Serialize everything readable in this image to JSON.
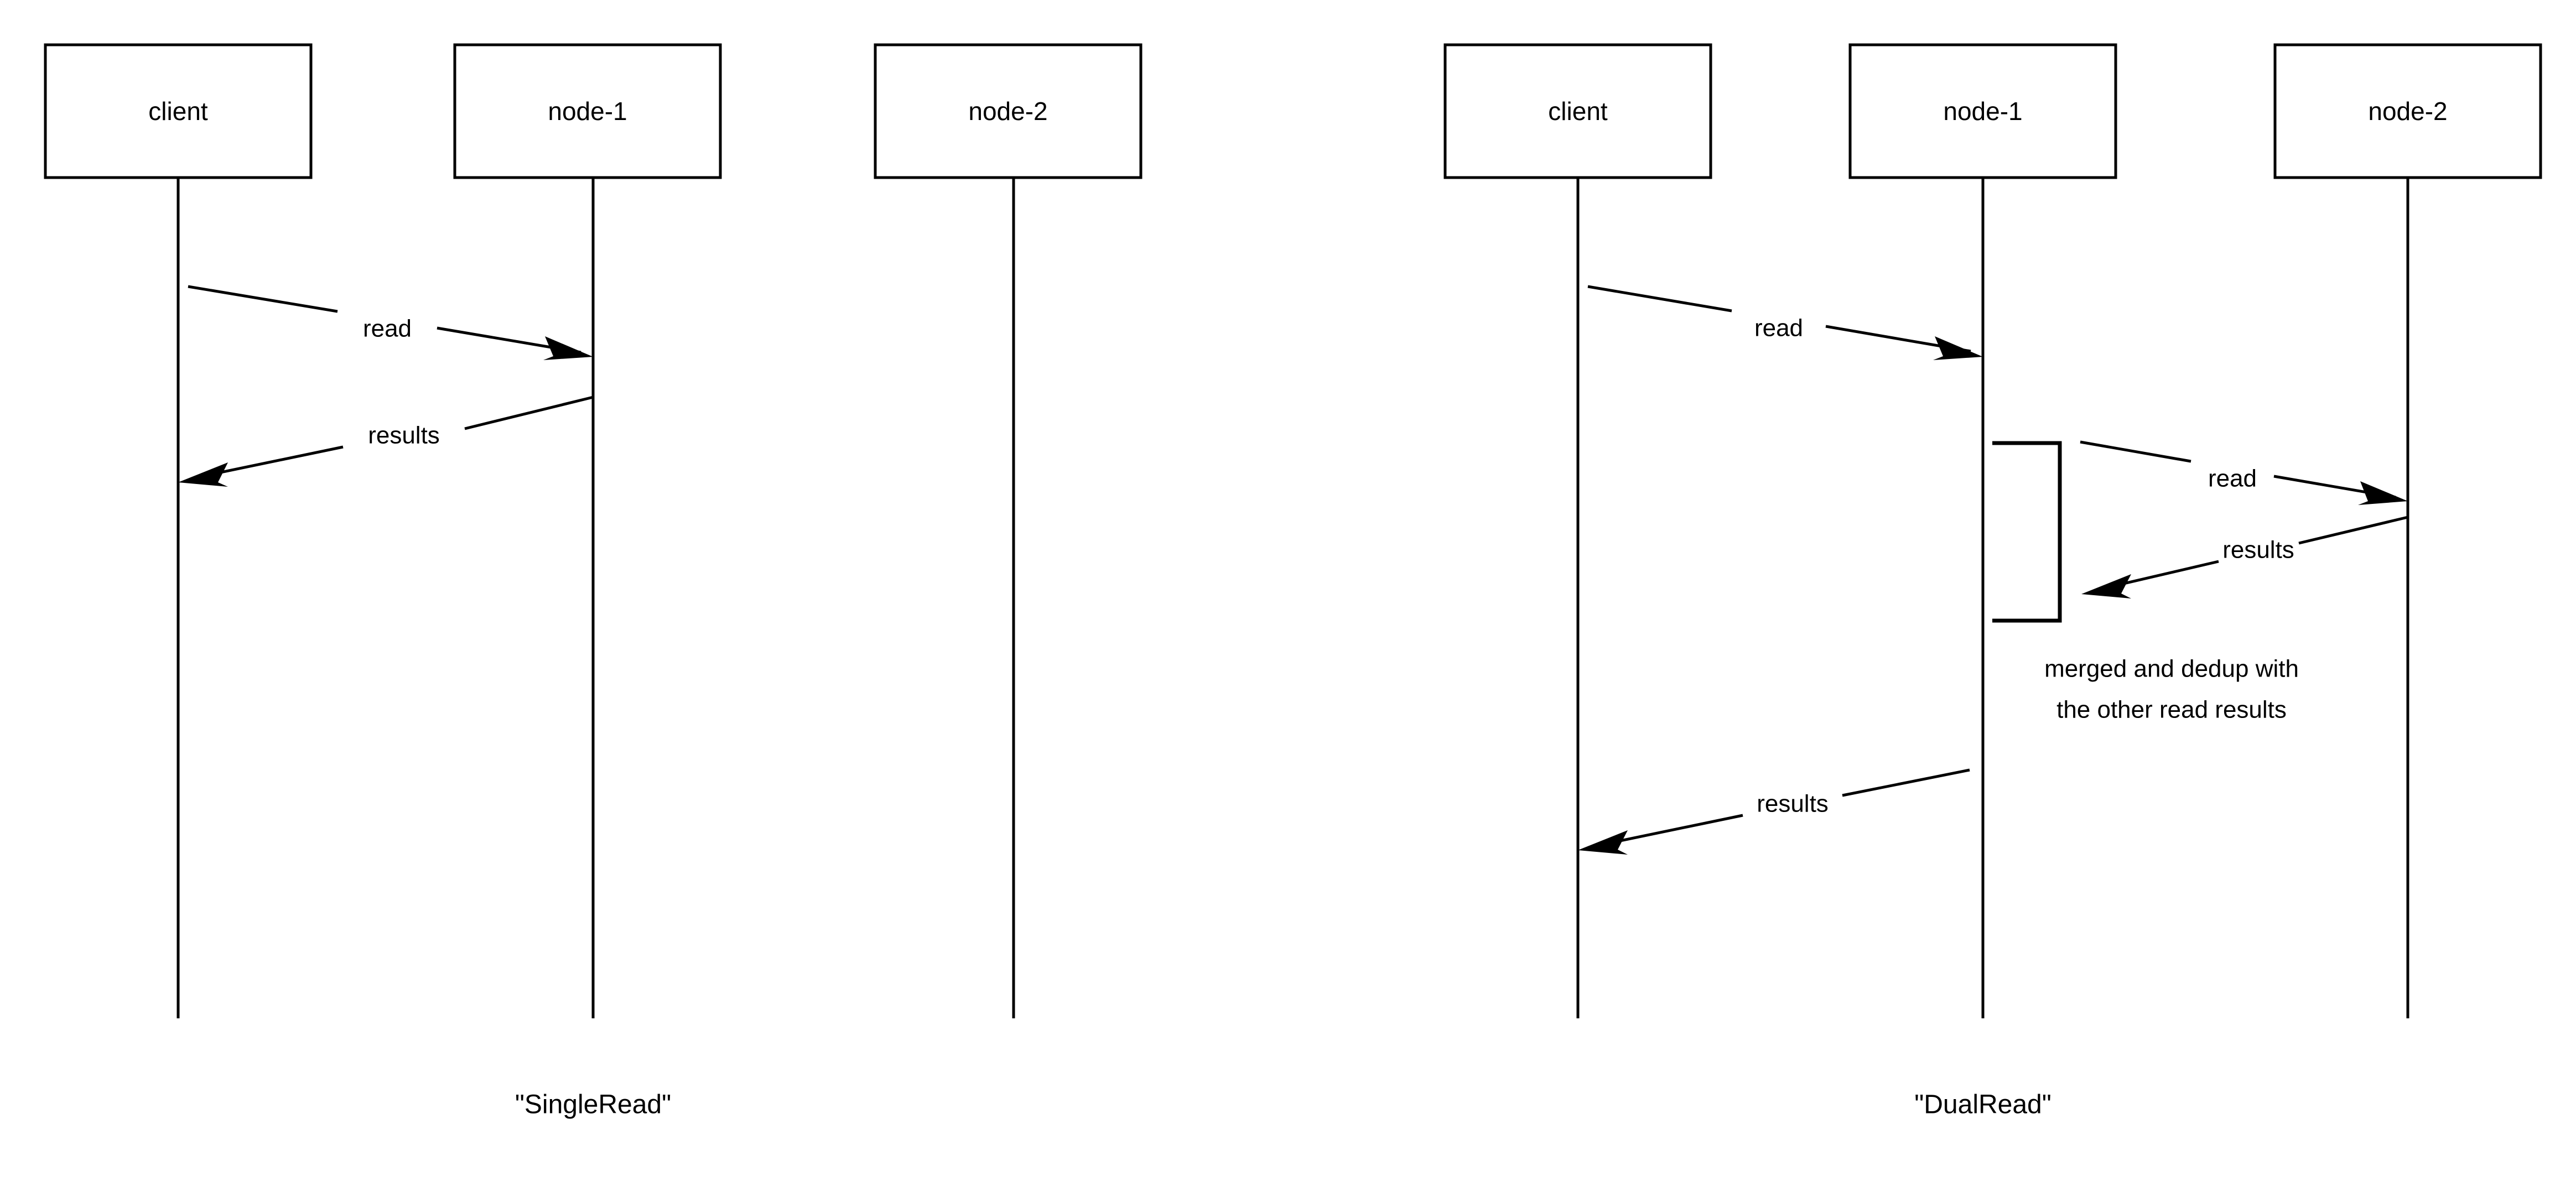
{
  "figure": {
    "type": "uml-sequence-diagram-pair",
    "background_color": "#ffffff",
    "line_color": "#000000",
    "text_color": "#000000"
  },
  "diagrams": [
    {
      "id": "single-read",
      "caption": "\"SingleRead\"",
      "participants": [
        {
          "id": "client",
          "label": "client"
        },
        {
          "id": "node-1",
          "label": "node-1"
        },
        {
          "id": "node-2",
          "label": "node-2"
        }
      ],
      "messages": [
        {
          "label": "read",
          "from": "client",
          "to": "node-1",
          "direction": "right"
        },
        {
          "label": "results",
          "from": "node-1",
          "to": "client",
          "direction": "left"
        }
      ],
      "notes": [],
      "activations": []
    },
    {
      "id": "dual-read",
      "caption": "\"DualRead\"",
      "participants": [
        {
          "id": "client",
          "label": "client"
        },
        {
          "id": "node-1",
          "label": "node-1"
        },
        {
          "id": "node-2",
          "label": "node-2"
        }
      ],
      "messages": [
        {
          "label": "read",
          "from": "client",
          "to": "node-1",
          "direction": "right"
        },
        {
          "label": "read",
          "from": "node-1",
          "to": "node-2",
          "direction": "right"
        },
        {
          "label": "results",
          "from": "node-2",
          "to": "node-1",
          "direction": "left"
        },
        {
          "label": "results",
          "from": "node-1",
          "to": "client",
          "direction": "left"
        }
      ],
      "notes": [
        {
          "lines": [
            "merged and dedup with",
            "the other read results"
          ],
          "anchor": "node-1"
        }
      ],
      "activations": [
        {
          "on": "node-1",
          "shape": "bracket"
        }
      ]
    }
  ],
  "labels": {
    "client": "client",
    "node_1": "node-1",
    "node_2": "node-2",
    "read": "read",
    "results": "results",
    "note_line_1": "merged and dedup with",
    "note_line_2": "the other read results",
    "caption_left": "\"SingleRead\"",
    "caption_right": "\"DualRead\""
  }
}
